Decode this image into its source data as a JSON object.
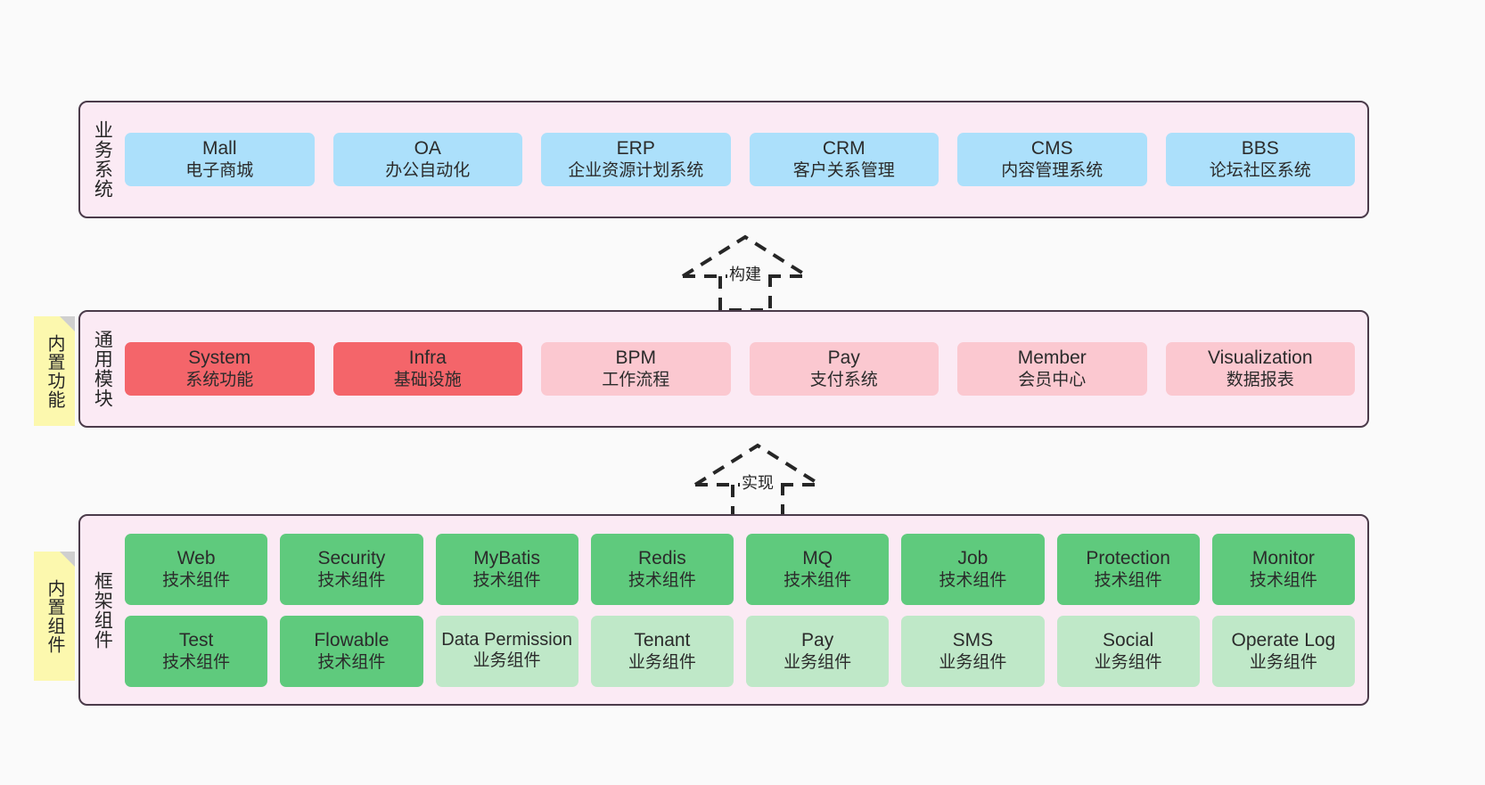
{
  "diagram": {
    "title": "",
    "colors": {
      "panel_bg": "#fbeaf4",
      "panel_border": "#4b3b4a",
      "business": "#ace0fb",
      "module_core": "#f4656a",
      "module_extra": "#fbc8d0",
      "tech_component": "#5fca7d",
      "biz_component": "#bfe8c8",
      "sticky": "#fcf8ae",
      "canvas": "#fafafa"
    },
    "layers": [
      {
        "id": "business-system",
        "label": "业务系统",
        "sticky": null,
        "rows": [
          {
            "style": "c-blue",
            "cells": [
              {
                "title": "Mall",
                "subtitle": "电子商城"
              },
              {
                "title": "OA",
                "subtitle": "办公自动化"
              },
              {
                "title": "ERP",
                "subtitle": "企业资源计划系统"
              },
              {
                "title": "CRM",
                "subtitle": "客户关系管理"
              },
              {
                "title": "CMS",
                "subtitle": "内容管理系统"
              },
              {
                "title": "BBS",
                "subtitle": "论坛社区系统"
              }
            ]
          }
        ]
      },
      {
        "id": "common-module",
        "label": "通用模块",
        "sticky": "内置功能",
        "rows": [
          {
            "cells": [
              {
                "title": "System",
                "subtitle": "系统功能",
                "style": "c-red"
              },
              {
                "title": "Infra",
                "subtitle": "基础设施",
                "style": "c-red"
              },
              {
                "title": "BPM",
                "subtitle": "工作流程",
                "style": "c-pink"
              },
              {
                "title": "Pay",
                "subtitle": "支付系统",
                "style": "c-pink"
              },
              {
                "title": "Member",
                "subtitle": "会员中心",
                "style": "c-pink"
              },
              {
                "title": "Visualization",
                "subtitle": "数据报表",
                "style": "c-pink"
              }
            ]
          }
        ]
      },
      {
        "id": "framework-component",
        "label": "框架组件",
        "sticky": "内置组件",
        "rows": [
          {
            "cells": [
              {
                "title": "Web",
                "subtitle": "技术组件",
                "style": "c-green"
              },
              {
                "title": "Security",
                "subtitle": "技术组件",
                "style": "c-green"
              },
              {
                "title": "MyBatis",
                "subtitle": "技术组件",
                "style": "c-green"
              },
              {
                "title": "Redis",
                "subtitle": "技术组件",
                "style": "c-green"
              },
              {
                "title": "MQ",
                "subtitle": "技术组件",
                "style": "c-green"
              },
              {
                "title": "Job",
                "subtitle": "技术组件",
                "style": "c-green"
              },
              {
                "title": "Protection",
                "subtitle": "技术组件",
                "style": "c-green"
              },
              {
                "title": "Monitor",
                "subtitle": "技术组件",
                "style": "c-green"
              }
            ]
          },
          {
            "cells": [
              {
                "title": "Test",
                "subtitle": "技术组件",
                "style": "c-green"
              },
              {
                "title": "Flowable",
                "subtitle": "技术组件",
                "style": "c-green"
              },
              {
                "title": "Data Permission",
                "subtitle": "业务组件",
                "style": "c-lightgreen"
              },
              {
                "title": "Tenant",
                "subtitle": "业务组件",
                "style": "c-lightgreen"
              },
              {
                "title": "Pay",
                "subtitle": "业务组件",
                "style": "c-lightgreen"
              },
              {
                "title": "SMS",
                "subtitle": "业务组件",
                "style": "c-lightgreen"
              },
              {
                "title": "Social",
                "subtitle": "业务组件",
                "style": "c-lightgreen"
              },
              {
                "title": "Operate Log",
                "subtitle": "业务组件",
                "style": "c-lightgreen"
              }
            ]
          }
        ]
      }
    ],
    "connectors": [
      {
        "id": "build",
        "label": "构建"
      },
      {
        "id": "implement",
        "label": "实现"
      }
    ]
  }
}
